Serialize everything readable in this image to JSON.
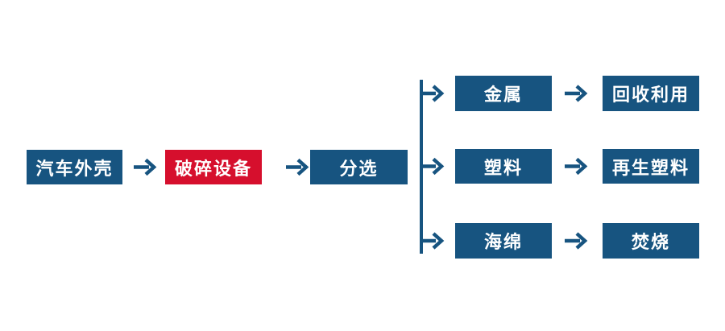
{
  "diagram": {
    "type": "flowchart",
    "background_color": "#FFFFFF",
    "colors": {
      "primary_node": "#175480",
      "highlight_node": "#D60F2D",
      "node_text": "#FFFFFF",
      "connector": "#175480"
    },
    "nodes": {
      "source": {
        "label": "汽车外壳"
      },
      "crusher": {
        "label": "破碎设备"
      },
      "sorting": {
        "label": "分选"
      },
      "metal": {
        "label": "金属"
      },
      "metal_result": {
        "label": "回收利用"
      },
      "plastic": {
        "label": "塑料"
      },
      "plastic_result": {
        "label": "再生塑料"
      },
      "sponge": {
        "label": "海绵"
      },
      "sponge_result": {
        "label": "焚烧"
      }
    },
    "edges": [
      {
        "from": "汽车外壳",
        "to": "破碎设备"
      },
      {
        "from": "破碎设备",
        "to": "分选"
      },
      {
        "from": "分选",
        "to": "金属"
      },
      {
        "from": "分选",
        "to": "塑料"
      },
      {
        "from": "分选",
        "to": "海绵"
      },
      {
        "from": "金属",
        "to": "回收利用"
      },
      {
        "from": "塑料",
        "to": "再生塑料"
      },
      {
        "from": "海绵",
        "to": "焚烧"
      }
    ]
  }
}
